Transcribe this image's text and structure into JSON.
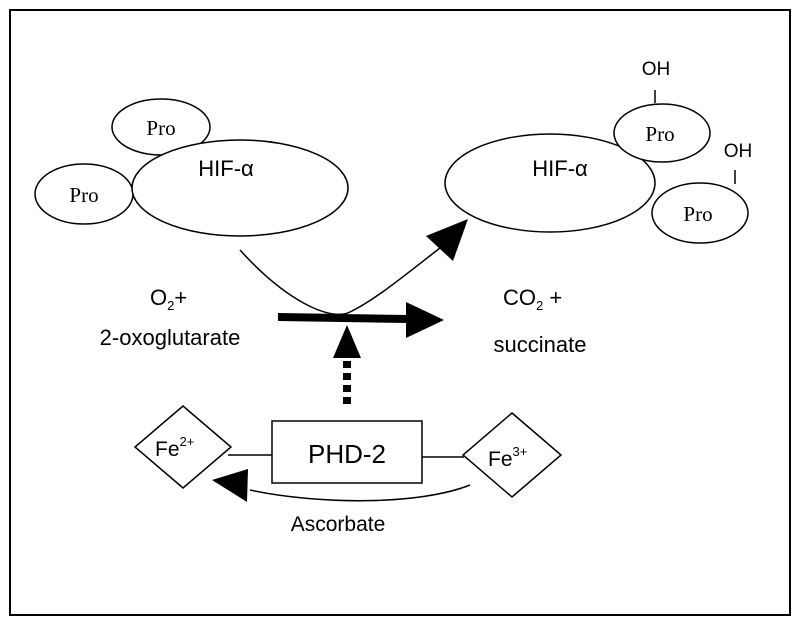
{
  "left_molecule": {
    "hif_label": "HIF-α",
    "pro_top": "Pro",
    "pro_left": "Pro"
  },
  "right_molecule": {
    "hif_label": "HIF-α",
    "pro_top": "Pro",
    "pro_bottom": "Pro",
    "oh_top": "OH",
    "oh_right": "OH"
  },
  "reactants": {
    "o2": "O",
    "o2_sub": "2",
    "o2_suffix": "+",
    "oxoglutarate": "2-oxoglutarate"
  },
  "products": {
    "co2": "CO",
    "co2_sub": "2",
    "co2_suffix": " +",
    "succinate": "succinate"
  },
  "enzyme": {
    "label": "PHD-2"
  },
  "iron": {
    "fe2_base": "Fe",
    "fe2_sup": "2+",
    "fe3_base": "Fe",
    "fe3_sup": "3+"
  },
  "cofactor": {
    "label": "Ascorbate"
  }
}
